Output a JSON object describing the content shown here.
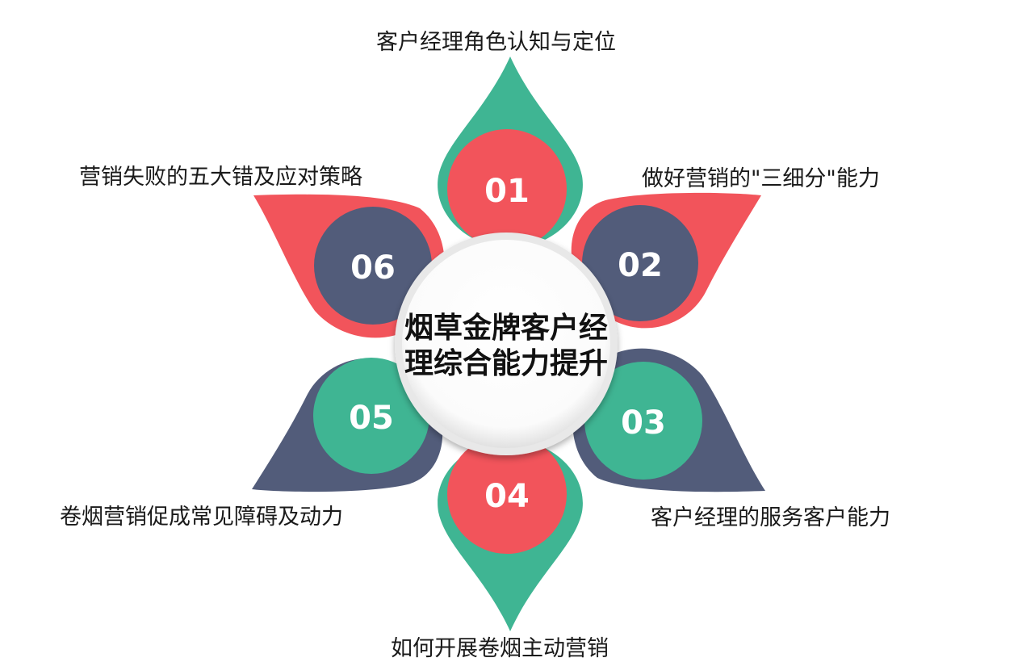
{
  "center": {
    "line1": "烟草金牌客户经",
    "line2": "理综合能力提升"
  },
  "petals": [
    {
      "number": "01",
      "label": "客户经理角色认知与定位"
    },
    {
      "number": "02",
      "label": "做好营销的\"三细分\"能力"
    },
    {
      "number": "03",
      "label": "客户经理的服务客户能力"
    },
    {
      "number": "04",
      "label": "如何开展卷烟主动营销"
    },
    {
      "number": "05",
      "label": "卷烟营销促成常见障碍及动力"
    },
    {
      "number": "06",
      "label": "营销失败的五大错及应对策略"
    }
  ],
  "colors": {
    "green": "#3fb593",
    "red": "#f2545b",
    "navy": "#525c7a",
    "center_ring": "#e8e8e8"
  }
}
